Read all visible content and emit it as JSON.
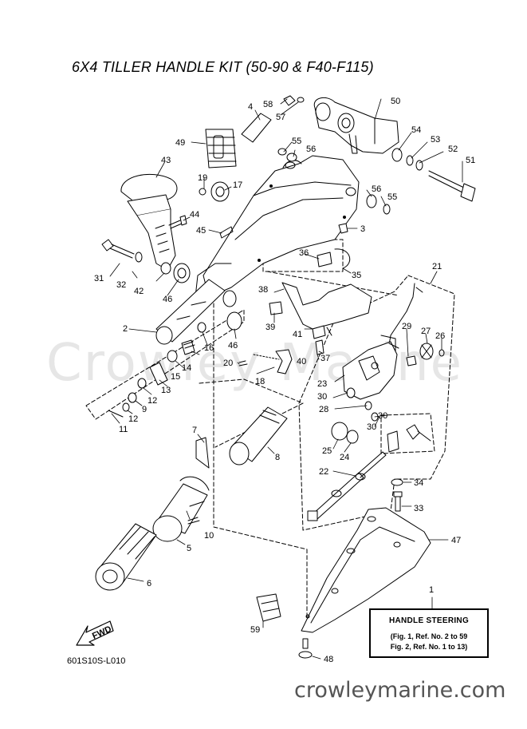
{
  "title": "6X4 TILLER HANDLE KIT (50-90 & F40-F115)",
  "watermark": "Crowley Marine",
  "fwd_label": "FWD",
  "note_box": {
    "heading": "HANDLE STEERING",
    "line1": "(Fig. 1, Ref. No. 2 to 59",
    "line2": "Fig. 2, Ref. No. 1 to 13)"
  },
  "diagram_code": "601S10S-L010",
  "site_url": "crowleymarine.com",
  "callouts": {
    "c1": "1",
    "c2": "2",
    "c3": "3",
    "c4": "4",
    "c5": "5",
    "c6": "6",
    "c7": "7",
    "c8": "8",
    "c9": "9",
    "c10": "10",
    "c11": "11",
    "c12a": "12",
    "c12b": "12",
    "c13": "13",
    "c14": "14",
    "c15": "15",
    "c16": "16",
    "c17": "17",
    "c18": "18",
    "c19": "19",
    "c20": "20",
    "c21": "21",
    "c22": "22",
    "c23": "23",
    "c24": "24",
    "c25": "25",
    "c26": "26",
    "c27": "27",
    "c28": "28",
    "c29": "29",
    "c30a": "30",
    "c30b": "30",
    "c30c": "30",
    "c31": "31",
    "c32": "32",
    "c33": "33",
    "c34": "34",
    "c35": "35",
    "c36": "36",
    "c37": "37",
    "c38": "38",
    "c39": "39",
    "c40": "40",
    "c41": "41",
    "c42": "42",
    "c43": "43",
    "c44": "44",
    "c45": "45",
    "c46a": "46",
    "c46b": "46",
    "c47": "47",
    "c48": "48",
    "c49": "49",
    "c50": "50",
    "c51": "51",
    "c52": "52",
    "c53": "53",
    "c54": "54",
    "c55a": "55",
    "c55b": "55",
    "c56a": "56",
    "c56b": "56",
    "c57": "57",
    "c58": "58",
    "c59": "59"
  }
}
